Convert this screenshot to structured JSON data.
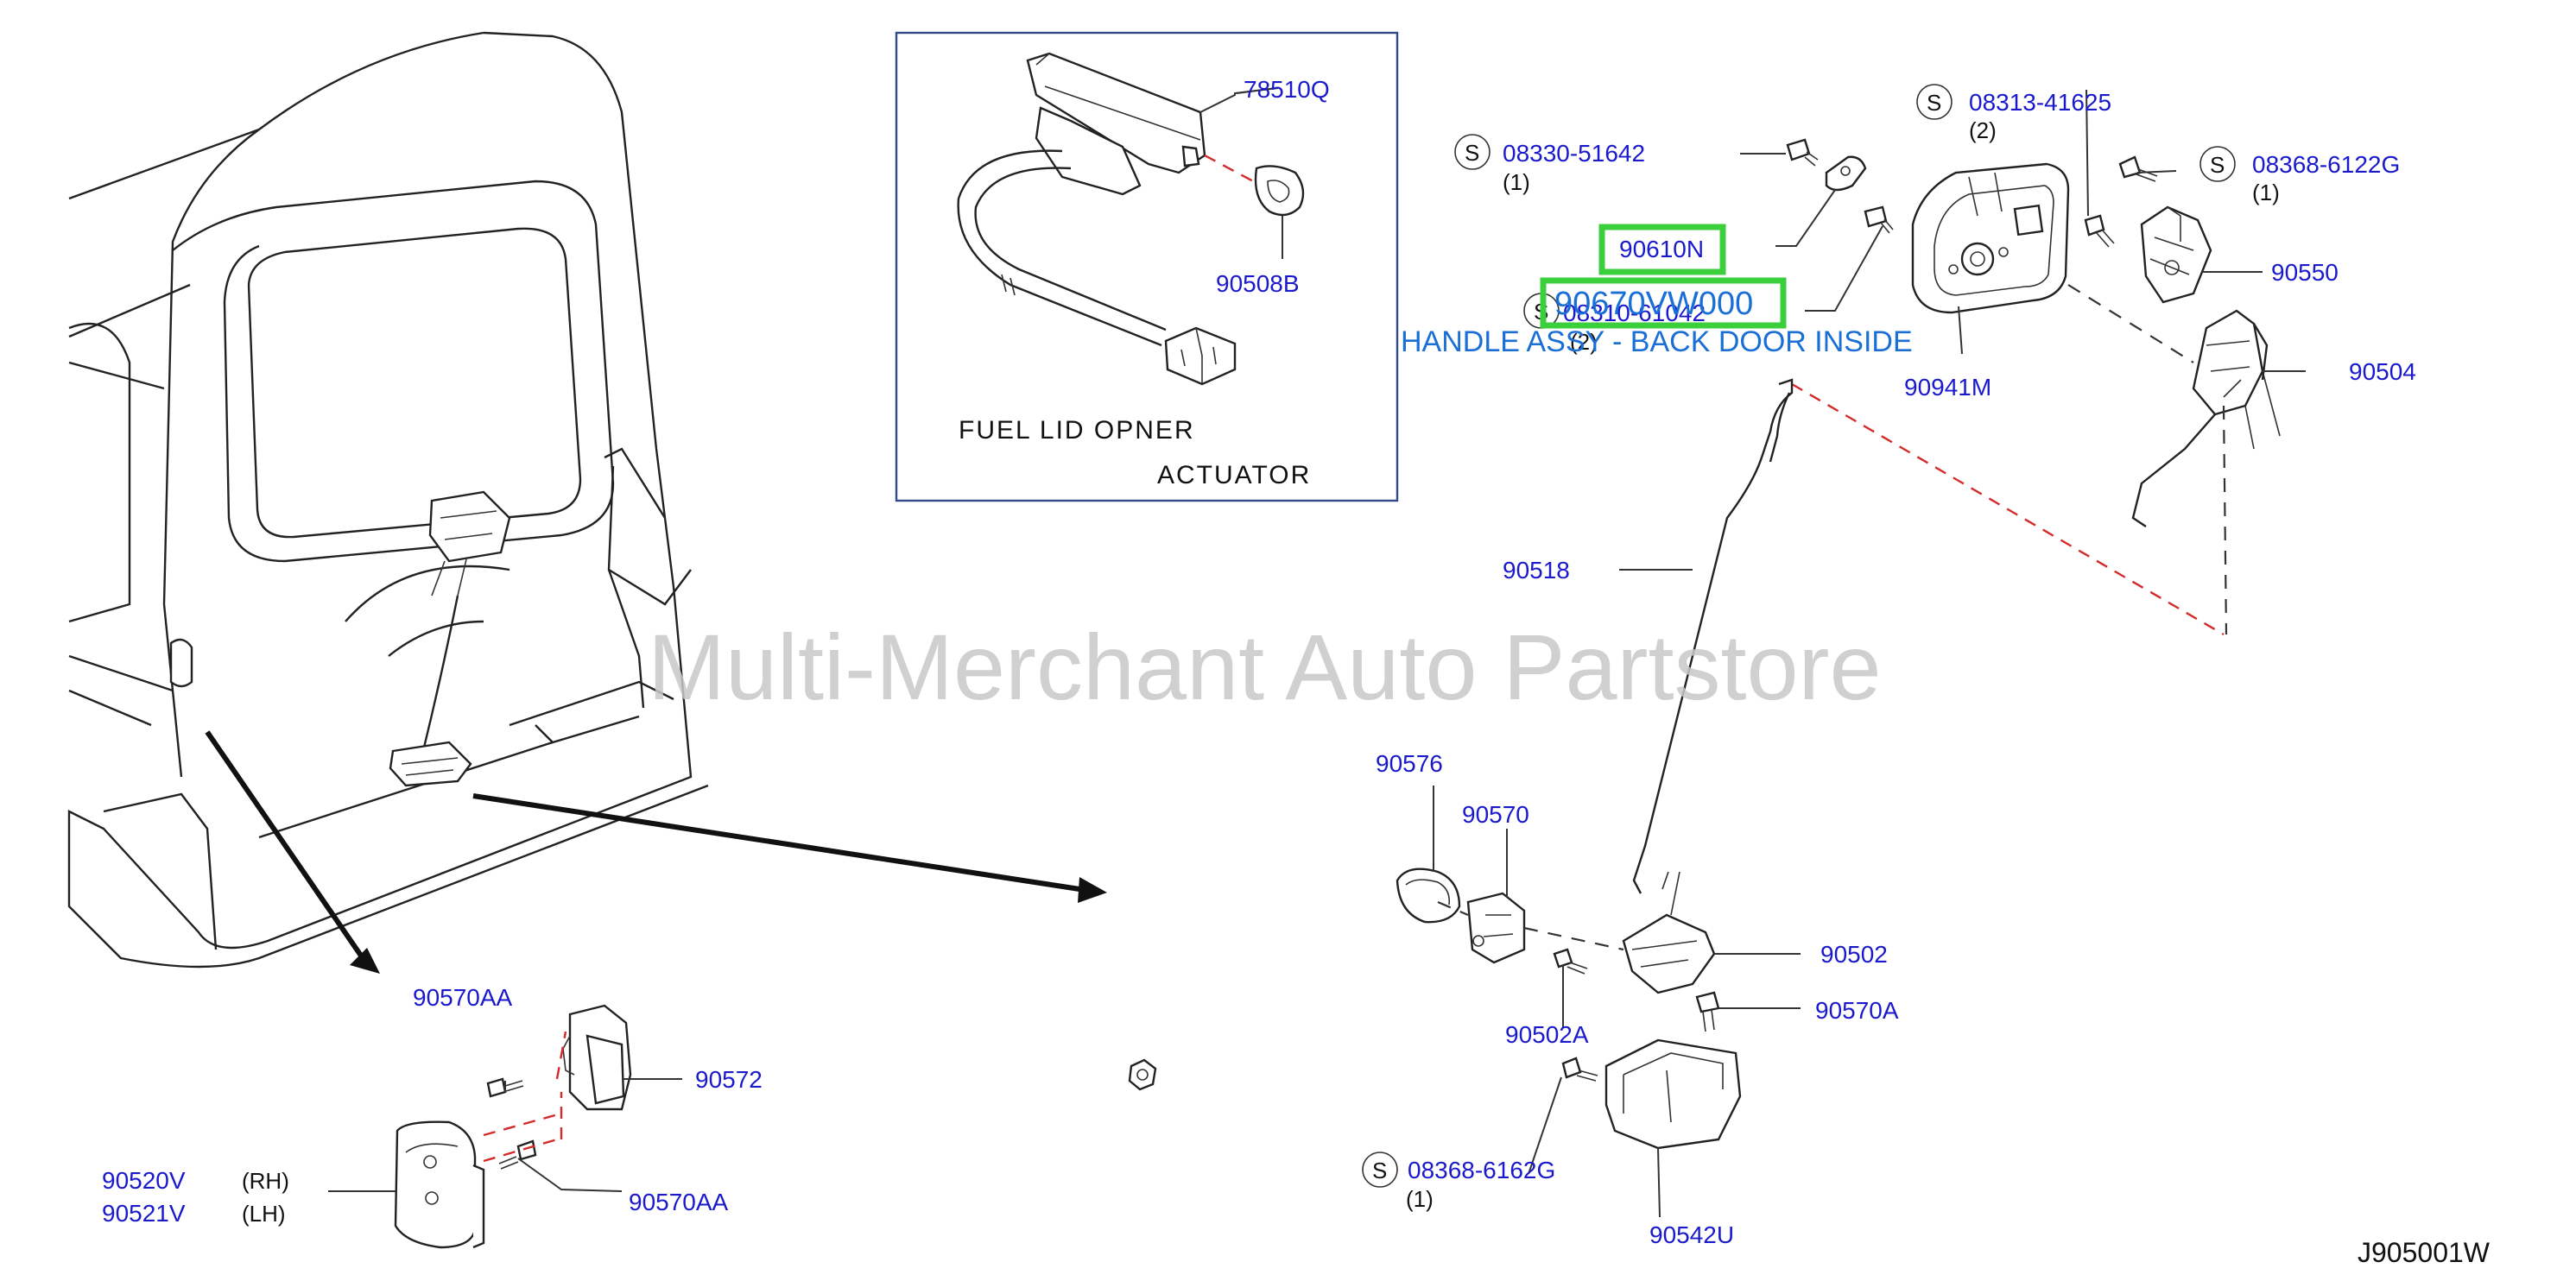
{
  "diagram": {
    "code": "J905001W",
    "watermark": "Multi-Merchant Auto Partstore",
    "inset": {
      "line1": "FUEL   LID   OPNER",
      "line2": "ACTUATOR"
    },
    "highlight": {
      "part": "90670VW000",
      "description": "HANDLE ASSY - BACK DOOR INSIDE"
    },
    "labels": {
      "p78510Q": "78510Q",
      "p90508B": "90508B",
      "s08330": "08330-51642",
      "q08330": "(1)",
      "s08313": "08313-41625",
      "q08313": "(2)",
      "s08368a": "08368-6122G",
      "q08368a": "(1)",
      "p90610N": "90610N",
      "s08310": "08310-61042",
      "q08310": "(2)",
      "p90941M": "90941M",
      "p90550": "90550",
      "p90504": "90504",
      "p90518": "90518",
      "p90576": "90576",
      "p90570": "90570",
      "p90502": "90502",
      "p90570A": "90570A",
      "p90502A": "90502A",
      "s08368b": "08368-6162G",
      "q08368b": "(1)",
      "p90542U": "90542U",
      "p90570AA1": "90570AA",
      "p90572": "90572",
      "p90520V": "90520V",
      "p90520V_side": "(RH)",
      "p90521V": "90521V",
      "p90521V_side": "(LH)",
      "p90570AA2": "90570AA",
      "s_mark": "S"
    },
    "colors": {
      "label": "#1a1acc",
      "highlight_box": "#3ccf3c",
      "highlight_text": "#1a6fd6",
      "dashed": "#d42a2a"
    }
  }
}
